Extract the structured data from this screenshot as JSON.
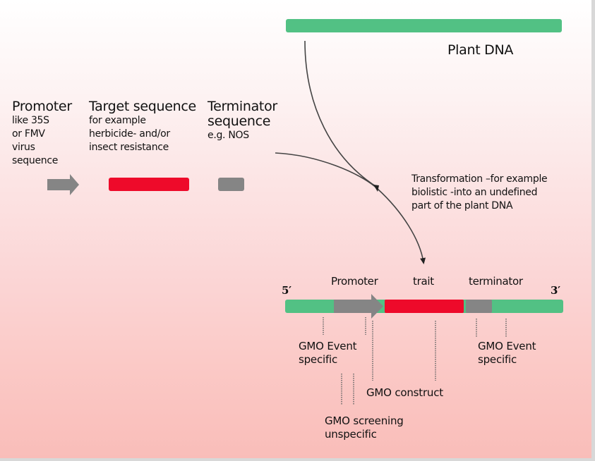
{
  "colors": {
    "plant_dna": "#52c184",
    "promoter": "#858585",
    "trait": "#ee0a2a",
    "terminator": "#858585",
    "arrow_line": "#444444"
  },
  "plant_dna": {
    "label": "Plant DNA"
  },
  "components": {
    "promoter": {
      "title": "Promoter",
      "desc": [
        "like 35S",
        "or FMV",
        "virus",
        "sequence"
      ],
      "icon": "arrow-right-block"
    },
    "target": {
      "title": "Target sequence",
      "desc": [
        "for example",
        "herbicide- and/or",
        "insect resistance"
      ]
    },
    "terminator": {
      "title": "Terminator",
      "title2": "sequence",
      "desc": [
        "e.g. NOS"
      ]
    }
  },
  "transformation": {
    "lines": [
      "Transformation –for example",
      "biolistic -into an undefined",
      "part of the plant DNA"
    ]
  },
  "construct": {
    "five_prime": "5′",
    "three_prime": "3′",
    "promoter_label": "Promoter",
    "trait_label": "trait",
    "terminator_label": "terminator"
  },
  "annotations": {
    "event_left": [
      "GMO Event",
      "specific"
    ],
    "event_right": [
      "GMO Event",
      "specific"
    ],
    "construct": "GMO construct",
    "screening": [
      "GMO screening",
      "unspecific"
    ]
  }
}
